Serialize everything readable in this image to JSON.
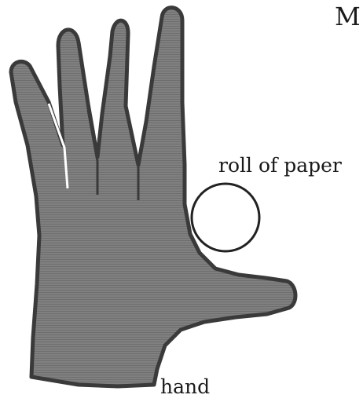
{
  "diagram": {
    "corner_letter": "M",
    "labels": {
      "roll_of_paper": "roll of paper",
      "hand": "hand"
    },
    "colors": {
      "hand_fill": "#7d7d7d",
      "hand_outline": "#3a3a3a",
      "paper_outline": "#222222",
      "background": "#ffffff"
    }
  }
}
